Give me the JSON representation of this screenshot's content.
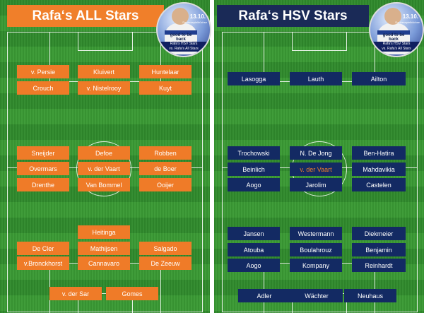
{
  "colors": {
    "orange": "#ef7b28",
    "navy": "#132a63",
    "grass": "#3a9a34",
    "highlight": "#f07f2a"
  },
  "badge": {
    "date": "13.10.",
    "subtitle": "Dankesspielbüchse",
    "slogan": "good to be back",
    "ribbon_1": "Rafa's HSV Stars",
    "ribbon_2": "vs. Rafa's All Stars"
  },
  "left": {
    "title": "Rafa‘s ALL Stars",
    "players": {
      "persie": "v. Persie",
      "kluivert": "Kluivert",
      "huntelaar": "Huntelaar",
      "crouch": "Crouch",
      "nistelrooy": "v. Nistelrooy",
      "kuyt": "Kuyt",
      "sneijder": "Sneijder",
      "defoe": "Defoe",
      "robben": "Robben",
      "overmars": "Overmars",
      "vaart": "v. der Vaart",
      "deboer": "de Boer",
      "drenthe": "Drenthe",
      "bommel": "Van Bommel",
      "ooijer": "Ooijer",
      "heitinga": "Heitinga",
      "decler": "De Cler",
      "mathijsen": "Mathijsen",
      "salgado": "Salgado",
      "bronckhorst": "v.Bronckhorst",
      "cannavaro": "Cannavaro",
      "zeeuw": "De Zeeuw",
      "sar": "v. der Sar",
      "gomes": "Gomes"
    }
  },
  "right": {
    "title": "Rafa‘s HSV Stars",
    "players": {
      "lasogga": "Lasogga",
      "lauth": "Lauth",
      "ailton": "Ailton",
      "trochowski": "Trochowski",
      "dejong": "N. De Jong",
      "benhatira": "Ben-Hatira",
      "beinlich": "Beinlich",
      "vaart": "v. der Vaart",
      "mahdavikia": "Mahdavikia",
      "aogo1": "Aogo",
      "jarolim": "Jarolim",
      "castelen": "Castelen",
      "jansen": "Jansen",
      "westermann": "Westermann",
      "diekmeier": "Diekmeier",
      "atouba": "Atouba",
      "boulahrouz": "Boulahrouz",
      "benjamin": "Benjamin",
      "aogo2": "Aogo",
      "kompany": "Kompany",
      "reinhardt": "Reinhardt",
      "adler": "Adler",
      "waechter": "Wächter",
      "neuhaus": "Neuhaus"
    }
  }
}
